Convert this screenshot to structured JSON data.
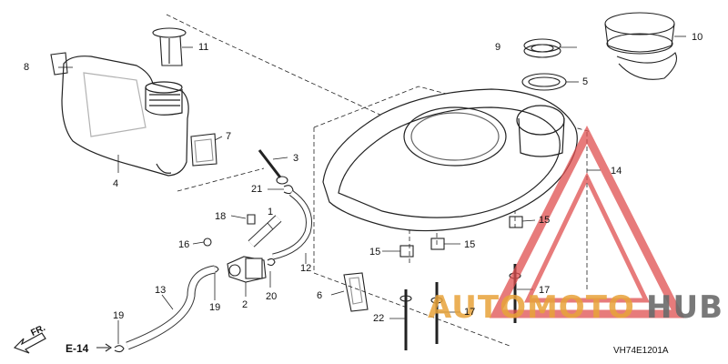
{
  "diagram": {
    "drawing_code": "VH74E1201A",
    "direction_label": "FR.",
    "reference_label": "E-14",
    "callouts": {
      "c1": "1",
      "c2": "2",
      "c3": "3",
      "c4": "4",
      "c5": "5",
      "c6": "6",
      "c7": "7",
      "c8": "8",
      "c9": "9",
      "c10": "10",
      "c11": "11",
      "c12": "12",
      "c13": "13",
      "c14": "14",
      "c15a": "15",
      "c15b": "15",
      "c15c": "15",
      "c16": "16",
      "c17a": "17",
      "c17b": "17",
      "c18": "18",
      "c19a": "19",
      "c19b": "19",
      "c20": "20",
      "c21": "21",
      "c22": "22"
    }
  },
  "watermark": {
    "text_part1": "AUTOMOTO",
    "text_part2": "HUB",
    "color_primary": "#e8a33a",
    "color_secondary": "#6b6b6b",
    "triangle_color": "#e05050"
  }
}
